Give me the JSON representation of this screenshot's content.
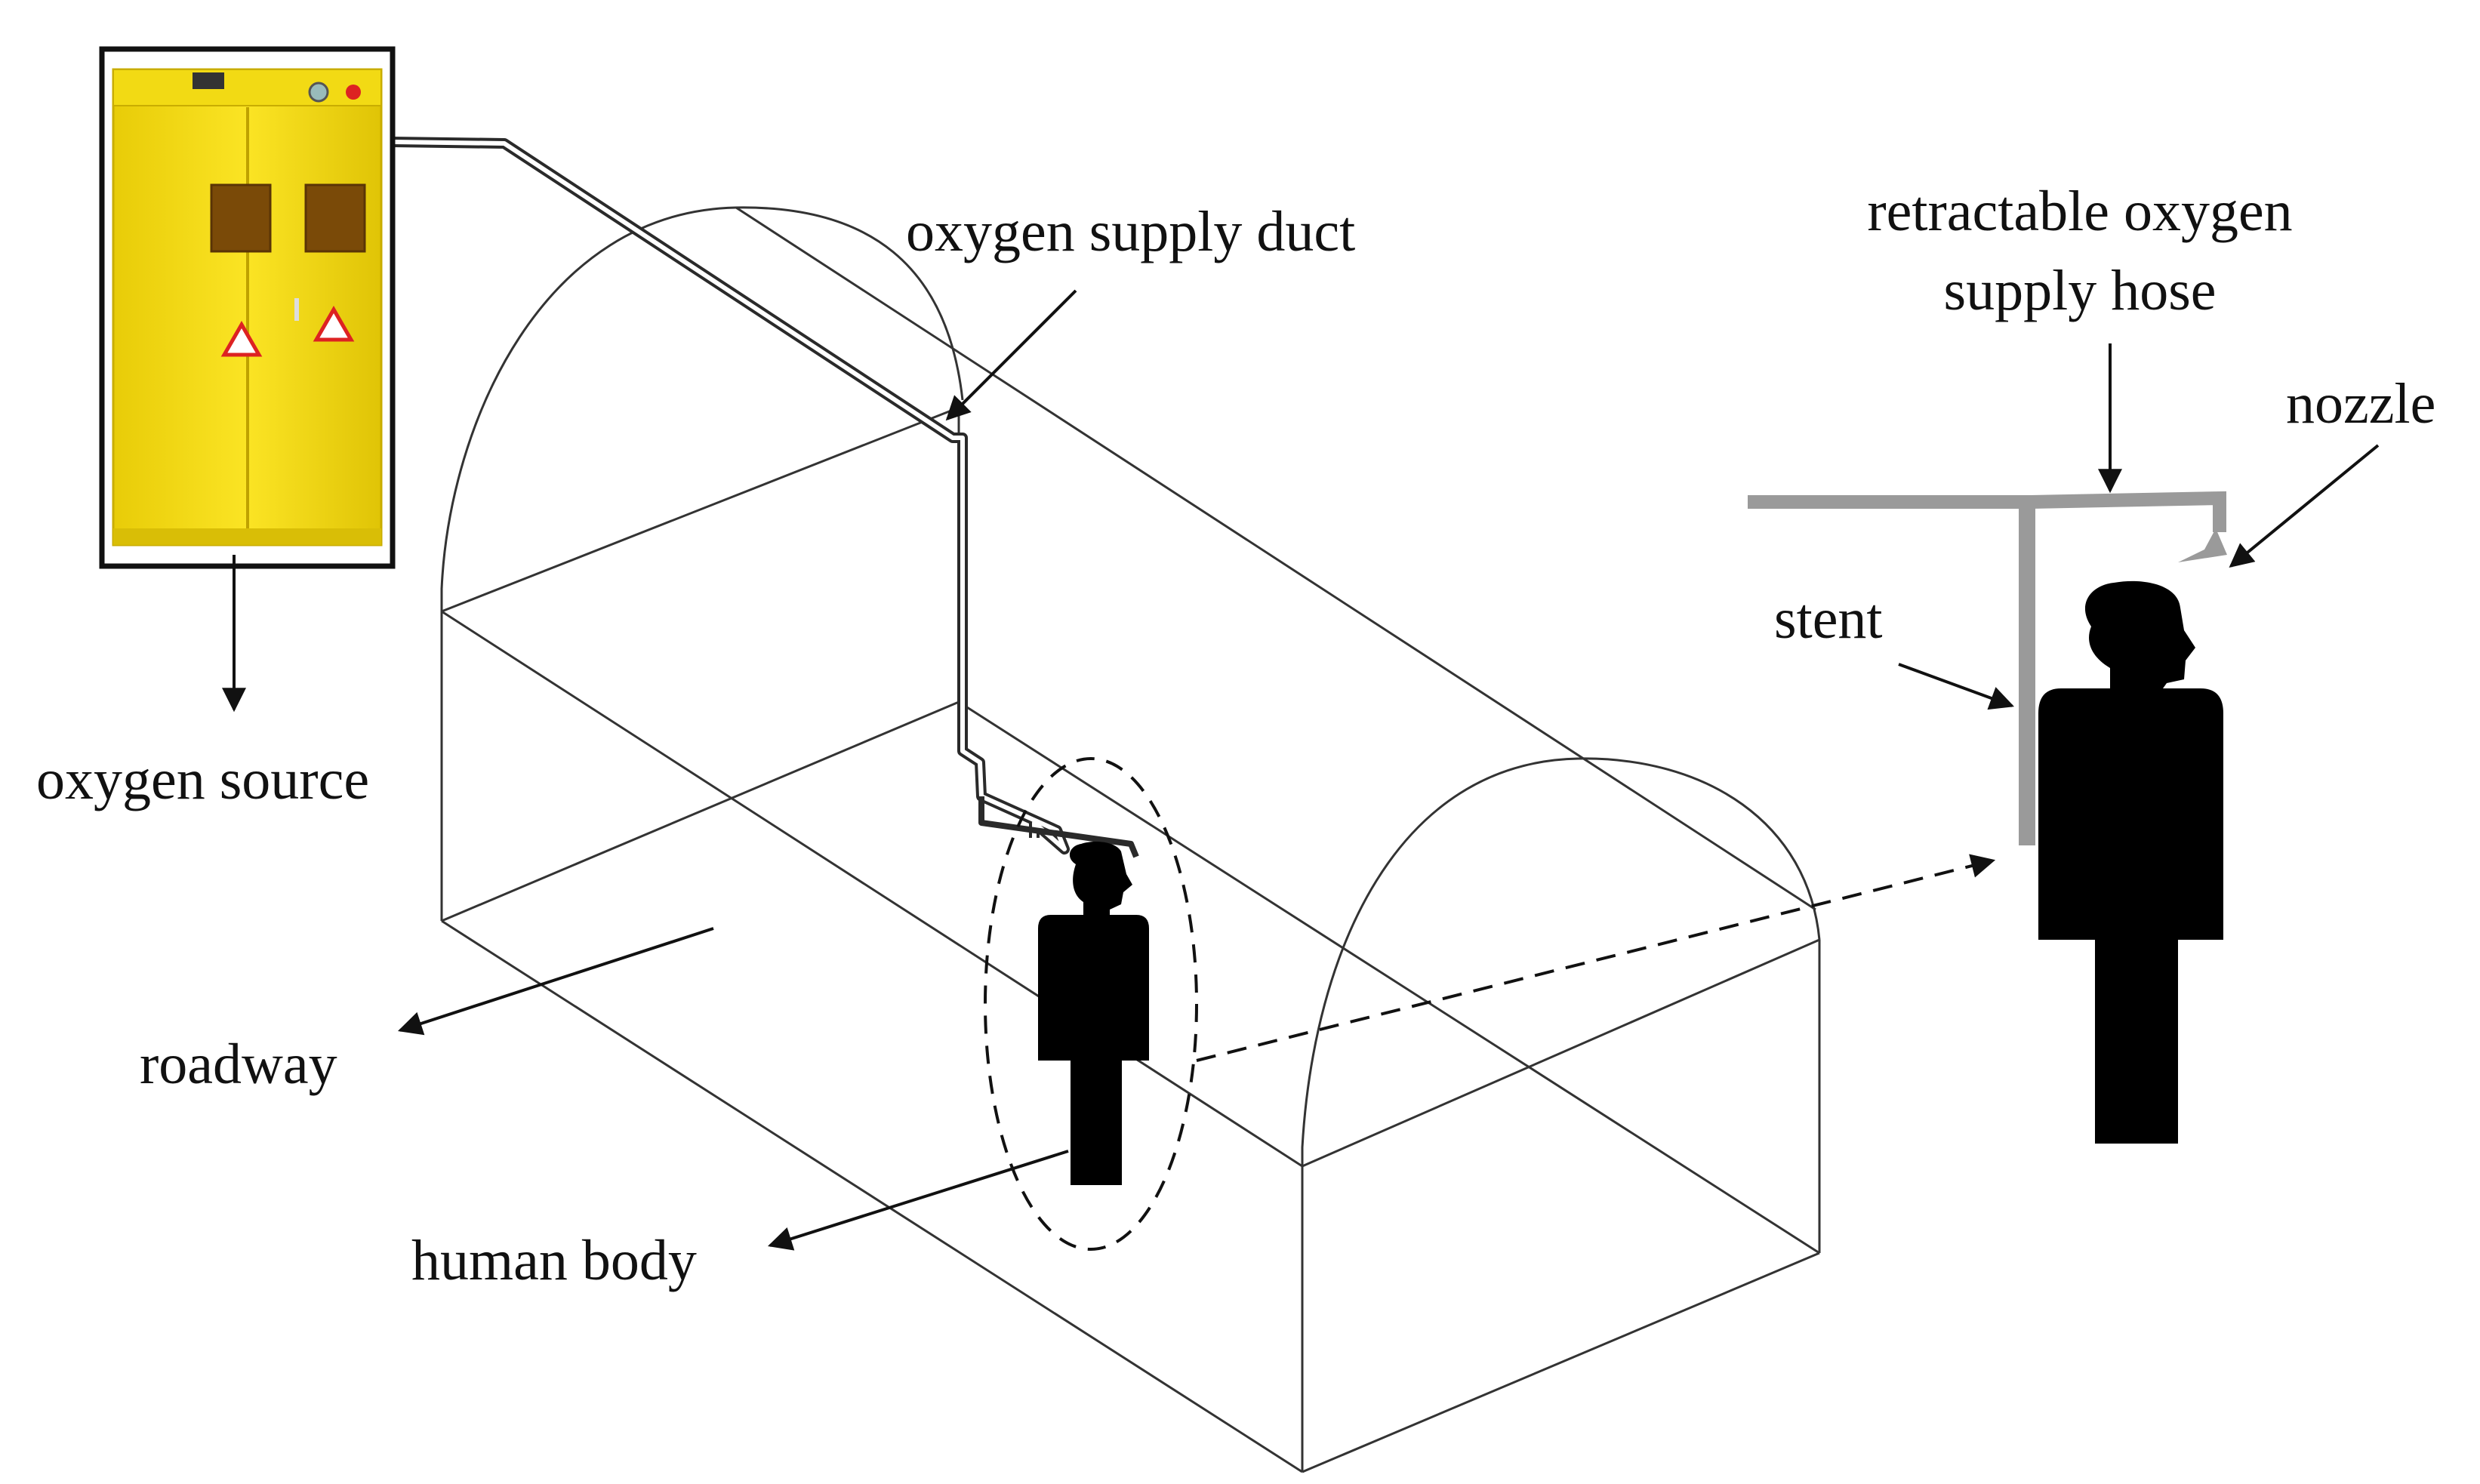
{
  "labels": {
    "oxygen_source": "oxygen source",
    "oxygen_supply_duct": "oxygen supply duct",
    "retractable_hose_line1": "retractable oxygen",
    "retractable_hose_line2": "supply hose",
    "nozzle": "nozzle",
    "stent": "stent",
    "roadway": "roadway",
    "human_body": "human body"
  },
  "colors": {
    "cabinet_yellow": "#f4dc10",
    "cabinet_border": "#111111",
    "line": "#333333",
    "hose_gray": "#9a9a9a",
    "silhouette": "#000000"
  }
}
